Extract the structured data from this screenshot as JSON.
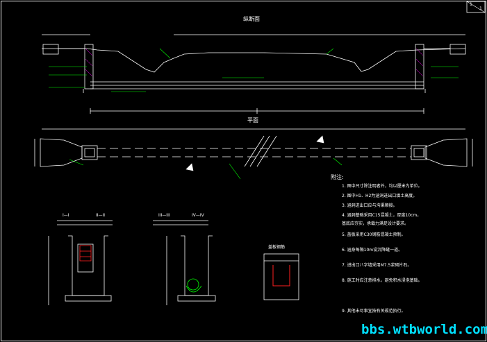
{
  "sheet": {
    "number": "1",
    "total": "1"
  },
  "titles": {
    "longitudinal_section": "纵断面",
    "plan": "平面",
    "sec_1_1": "I—I",
    "sec_2_2": "II—II",
    "sec_3_3": "III—III",
    "sec_4_4": "IV—IV",
    "detail": "盖板钢筋"
  },
  "notes": {
    "heading": "附注:",
    "items": [
      "1. 图中尺寸除注明者外，均以厘米为单位。",
      "2. 图中H1、H2为涵洞进出口填土高度。",
      "3. 涵洞进出口应与沟渠顺接。",
      "4. 涵洞基础采用C15混凝土，厚度10cm，",
      "   基底应夯实，承载力满足设计要求。",
      "5. 盖板采用C30钢筋混凝土预制。",
      "6. 涵身每隔10m设沉降缝一道。",
      "7. 进出口八字墙采用M7.5浆砌片石。",
      "8. 施工时应注意排水，避免积水浸泡基础。",
      "9. 其他未尽事宜按有关规范执行。"
    ]
  },
  "watermark": "bbs.wtbworld.com",
  "colors": {
    "background": "#000000",
    "drawing_lines": "#ffffff",
    "annotations": "#00ff00",
    "hatch": "#ff00ff",
    "rebar": "#ff2020",
    "watermark": "#00e0ff"
  }
}
